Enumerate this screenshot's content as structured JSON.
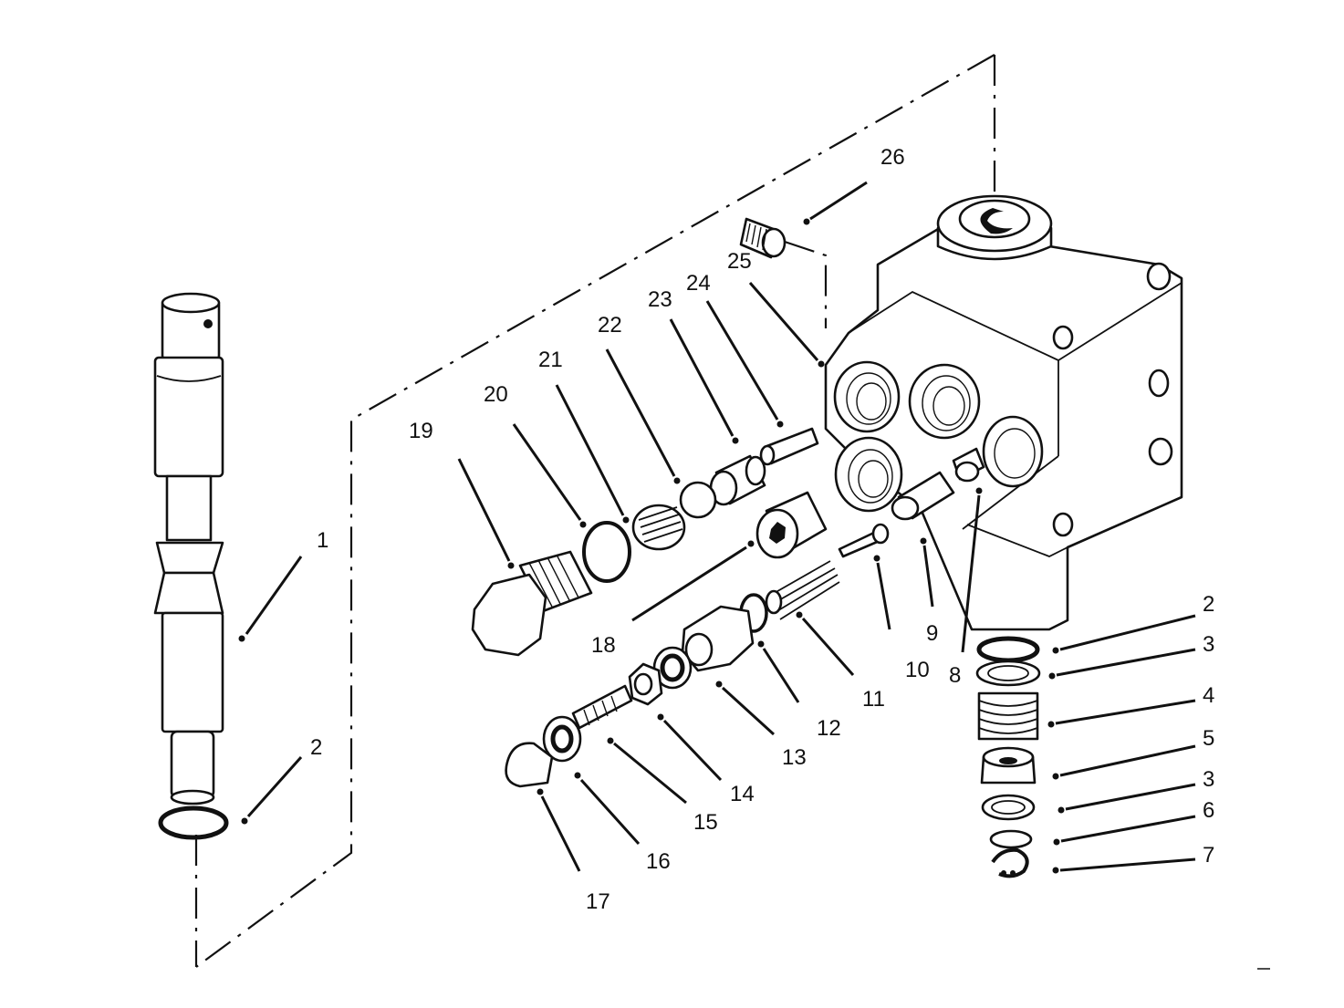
{
  "callouts": [
    {
      "id": "c1",
      "text": "1"
    },
    {
      "id": "c2a",
      "text": "2"
    },
    {
      "id": "c2b",
      "text": "2"
    },
    {
      "id": "c3a",
      "text": "3"
    },
    {
      "id": "c3b",
      "text": "3"
    },
    {
      "id": "c4",
      "text": "4"
    },
    {
      "id": "c5",
      "text": "5"
    },
    {
      "id": "c6",
      "text": "6"
    },
    {
      "id": "c7",
      "text": "7"
    },
    {
      "id": "c8",
      "text": "8"
    },
    {
      "id": "c9",
      "text": "9"
    },
    {
      "id": "c10",
      "text": "10"
    },
    {
      "id": "c11",
      "text": "11"
    },
    {
      "id": "c12",
      "text": "12"
    },
    {
      "id": "c13",
      "text": "13"
    },
    {
      "id": "c14",
      "text": "14"
    },
    {
      "id": "c15",
      "text": "15"
    },
    {
      "id": "c16",
      "text": "16"
    },
    {
      "id": "c17",
      "text": "17"
    },
    {
      "id": "c18",
      "text": "18"
    },
    {
      "id": "c19",
      "text": "19"
    },
    {
      "id": "c20",
      "text": "20"
    },
    {
      "id": "c21",
      "text": "21"
    },
    {
      "id": "c22",
      "text": "22"
    },
    {
      "id": "c23",
      "text": "23"
    },
    {
      "id": "c24",
      "text": "24"
    },
    {
      "id": "c25",
      "text": "25"
    },
    {
      "id": "c26",
      "text": "26"
    }
  ]
}
